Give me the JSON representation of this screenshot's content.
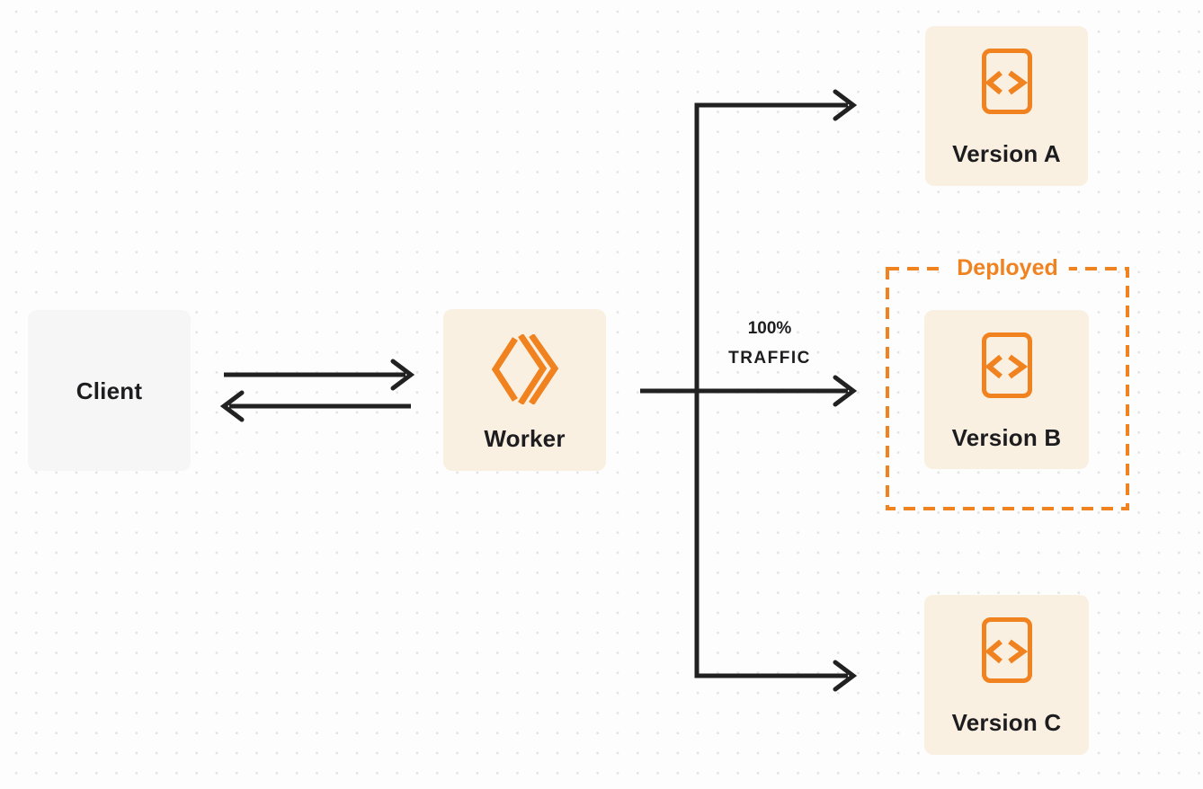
{
  "colors": {
    "page_bg": "#FDFDFD",
    "dot": "#E3E3E3",
    "accent_orange": "#F0821F",
    "node_cream": "#FAF0E2",
    "node_gray": "#F6F6F7",
    "line_dark": "#212121",
    "text_dark": "#1D1D1F"
  },
  "nodes": {
    "client": {
      "label": "Client"
    },
    "worker": {
      "label": "Worker",
      "icon": "cloudflare-workers-logo"
    },
    "version_a": {
      "label": "Version A",
      "icon": "code-file-icon"
    },
    "version_b": {
      "label": "Version B",
      "icon": "code-file-icon"
    },
    "version_c": {
      "label": "Version C",
      "icon": "code-file-icon"
    }
  },
  "deployed_group": {
    "label": "Deployed",
    "around": "version_b",
    "style": "orange-dashed-outline"
  },
  "traffic_label": {
    "line1": "100%",
    "line2": "TRAFFIC"
  },
  "connections": [
    {
      "from": "client",
      "to": "worker",
      "direction": "bidirectional"
    },
    {
      "from": "worker",
      "to": "version_a",
      "direction": "forward"
    },
    {
      "from": "worker",
      "to": "version_b",
      "direction": "forward",
      "label": "100% TRAFFIC"
    },
    {
      "from": "worker",
      "to": "version_c",
      "direction": "forward"
    }
  ]
}
